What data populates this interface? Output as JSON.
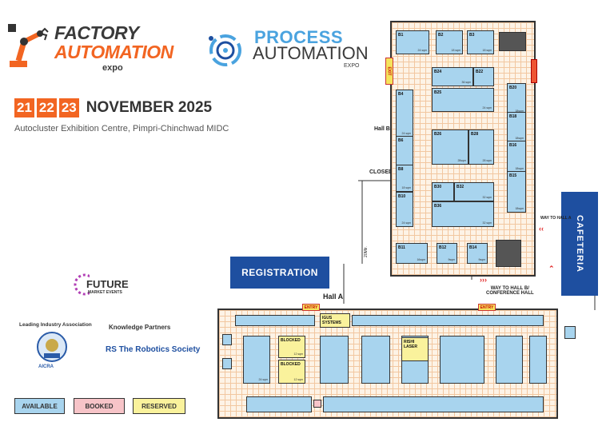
{
  "logos": {
    "factory": {
      "line1": "FACTORY",
      "line2": "AUTOMATION",
      "line3": "expo"
    },
    "process": {
      "line1": "PROCESS",
      "line2": "AUTOMATION",
      "line3": "EXPO"
    },
    "future": {
      "name": "FUTURE",
      "sub": "MARKET EVENTS"
    },
    "aicra": {
      "text": "AICRA"
    },
    "robotics": {
      "text": "The Robotics Society"
    }
  },
  "event": {
    "days": [
      "21",
      "22",
      "23"
    ],
    "month": "NOVEMBER 2025",
    "venue": "Autocluster Exhibition Centre, Pimpri-Chinchwad MIDC"
  },
  "labels": {
    "leading_association": "Leading Industry Association",
    "knowledge_partners": "Knowledge Partners",
    "registration": "REGISTRATION",
    "cafeteria": "CAFETERIA",
    "hall_a": "Hall A",
    "hall_b": "Hall B",
    "closed": "CLOSED",
    "way_to_hall_b": "WAY TO HALL B/",
    "way_to_hall_b2": "CONFERENCE HALL",
    "way_to_hall_a": "WAY TO HALL A",
    "distance": "20Mtr.",
    "exit": "EXIT",
    "entry": "ENTRY"
  },
  "legend": [
    {
      "label": "AVAILABLE",
      "color": "#a8d4ee"
    },
    {
      "label": "BOOKED",
      "color": "#f7c4c8"
    },
    {
      "label": "RESERVED",
      "color": "#faf29c"
    }
  ],
  "hall_b_stalls": [
    {
      "id": "B1",
      "size": "24 sqm"
    },
    {
      "id": "B2",
      "size": "18 sqm"
    },
    {
      "id": "B3",
      "size": "18 sqm"
    },
    {
      "id": "B24",
      "size": "36 sqm"
    },
    {
      "id": "B22",
      "size": ""
    },
    {
      "id": "B25",
      "size": "24 sqm"
    },
    {
      "id": "B20",
      "size": "18sqm"
    },
    {
      "id": "B4",
      "size": "24 sqm"
    },
    {
      "id": "B18",
      "size": "18sqm"
    },
    {
      "id": "B26",
      "size": "28sqm"
    },
    {
      "id": "B28",
      "size": "28 sqm"
    },
    {
      "id": "B6",
      "size": "24 sqm"
    },
    {
      "id": "B16",
      "size": "18sqm"
    },
    {
      "id": "B8",
      "size": "18 sqm"
    },
    {
      "id": "B15",
      "size": "18sqm"
    },
    {
      "id": "B30",
      "size": ""
    },
    {
      "id": "B32",
      "size": "32 sqm"
    },
    {
      "id": "B10",
      "size": "24 sqm"
    },
    {
      "id": "B36",
      "size": "32 sqm"
    },
    {
      "id": "B11",
      "size": "16sqm"
    },
    {
      "id": "B12",
      "size": "9sqm"
    },
    {
      "id": "B14",
      "size": "9sqm"
    }
  ],
  "hall_a_blocks": {
    "blocked": "BLOCKED",
    "igus": "IGUS SYSTEMS",
    "rishi": "RISHI LASER",
    "size_small": "12 sqm",
    "size_big": "24 sqm"
  }
}
